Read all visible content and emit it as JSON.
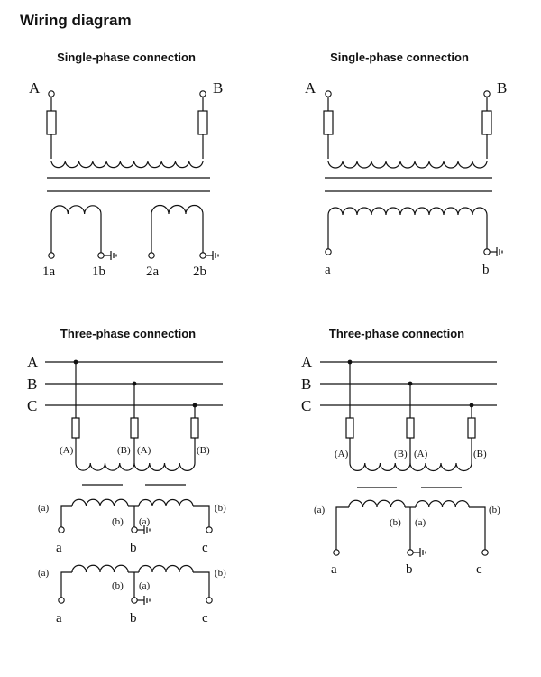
{
  "title": "Wiring diagram",
  "panels": {
    "p1": {
      "heading": "Single-phase connection",
      "primary": [
        "A",
        "B"
      ],
      "secondary": [
        "1a",
        "1b",
        "2a",
        "2b"
      ]
    },
    "p2": {
      "heading": "Single-phase connection",
      "primary": [
        "A",
        "B"
      ],
      "secondary": [
        "a",
        "b"
      ]
    },
    "p3": {
      "heading": "Three-phase connection",
      "lines": [
        "A",
        "B",
        "C"
      ],
      "prim_marks": [
        "(A)",
        "(B)",
        "(A)",
        "(B)"
      ],
      "sec_marks": [
        "(a)",
        "(b)",
        "(a)",
        "(b)"
      ],
      "sec_terms": [
        "a",
        "b",
        "c"
      ]
    },
    "p4": {
      "heading": "Three-phase connection",
      "lines": [
        "A",
        "B",
        "C"
      ],
      "prim_marks": [
        "(A)",
        "(B)",
        "(A)",
        "(B)"
      ],
      "sec_marks": [
        "(a)",
        "(b)",
        "(a)",
        "(b)"
      ],
      "sec_terms": [
        "a",
        "b",
        "c"
      ]
    }
  }
}
